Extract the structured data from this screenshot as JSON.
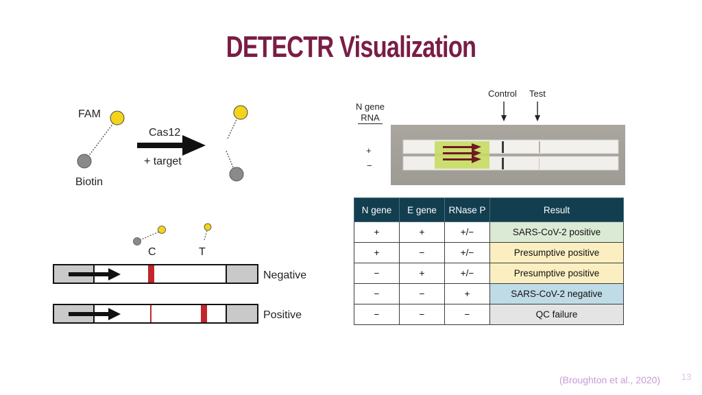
{
  "slide": {
    "title": "DETECTR Visualization",
    "citation": "(Broughton et al., 2020)",
    "page_number": "13"
  },
  "reporter_diagram": {
    "fam_label": "FAM",
    "biotin_label": "Biotin",
    "enzyme_label": "Cas12",
    "target_label": "+ target"
  },
  "strip_diagram": {
    "control_label": "C",
    "test_label": "T",
    "negative_label": "Negative",
    "positive_label": "Positive"
  },
  "photo": {
    "gene_label_line1": "N gene",
    "gene_label_line2": "RNA",
    "control_label": "Control",
    "test_label": "Test",
    "plus_label": "+",
    "minus_label": "−"
  },
  "results_table": {
    "headers": [
      "N gene",
      "E gene",
      "RNase P",
      "Result"
    ],
    "rows": [
      {
        "n": "+",
        "e": "+",
        "r": "+/−",
        "result": "SARS-CoV-2 positive",
        "color": "#dbead4"
      },
      {
        "n": "+",
        "e": "−",
        "r": "+/−",
        "result": "Presumptive positive",
        "color": "#fbefc2"
      },
      {
        "n": "−",
        "e": "+",
        "r": "+/−",
        "result": "Presumptive positive",
        "color": "#fbefc2"
      },
      {
        "n": "−",
        "e": "−",
        "r": "+",
        "result": "SARS-CoV-2 negative",
        "color": "#bfdbe6"
      },
      {
        "n": "−",
        "e": "−",
        "r": "−",
        "result": "QC failure",
        "color": "#e4e4e4"
      }
    ]
  },
  "colors": {
    "title": "#7a1d45",
    "fam_yellow": "#f3d41a",
    "biotin_gray": "#8a8a8a",
    "line_red": "#c0262c",
    "table_header": "#123e50"
  },
  "icons": [
    "arrow-right-icon"
  ]
}
